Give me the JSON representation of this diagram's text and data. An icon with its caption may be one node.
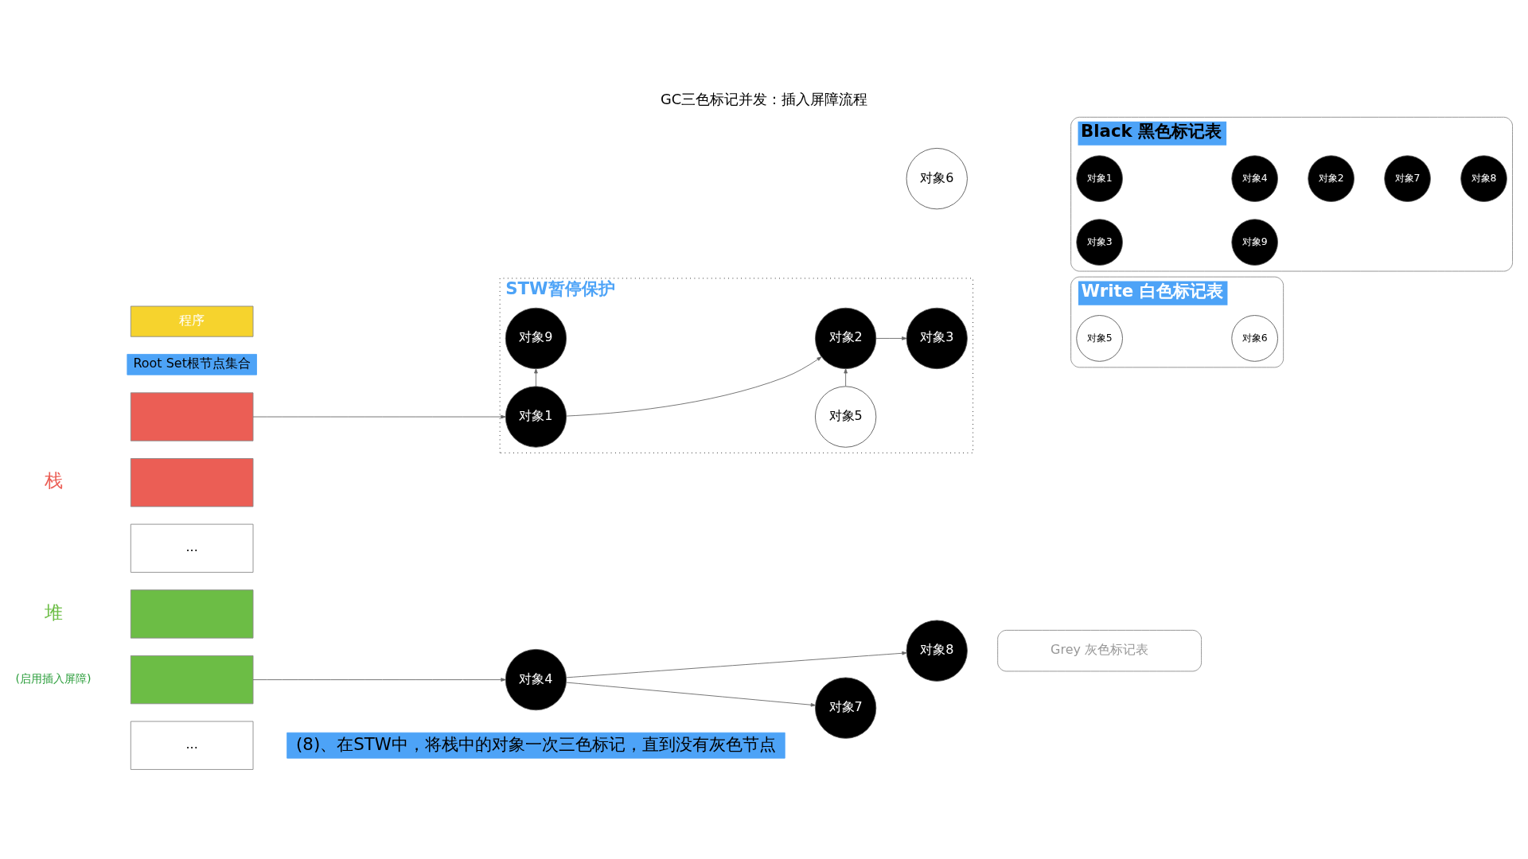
{
  "diagram": {
    "title": "GC三色标记并发：插入屏障流程",
    "caption": "(8)、在STW中，将栈中的对象一次三色标记，直到没有灰色节点",
    "nodes": [
      {
        "text": [
          "程序"
        ]
      },
      {
        "text": [
          "Root Set根节点集合"
        ]
      },
      {
        "text": [],
        "shape": "box"
      },
      {
        "text": [],
        "shape": "box"
      },
      {
        "text": [
          "..."
        ]
      },
      {
        "text": [],
        "shape": "box"
      },
      {
        "text": [],
        "shape": "box"
      },
      {
        "text": [
          "..."
        ]
      },
      {
        "text": [
          "STW暂停保护"
        ]
      },
      {
        "text": [
          "对象1"
        ],
        "in": 8
      },
      {
        "text": [
          "对象2"
        ],
        "in": 8
      },
      {
        "text": [
          "对象3"
        ],
        "in": 8
      },
      {
        "text": [
          "对象9"
        ],
        "in": 8
      },
      {
        "text": [
          "对象5"
        ],
        "in": 8
      },
      {
        "text": [
          "对象8"
        ]
      },
      {
        "text": [
          "对象4"
        ]
      },
      {
        "text": [
          "对象7"
        ]
      },
      {
        "text": [
          "对象6"
        ]
      },
      {
        "text": [
          "Write 白色标记表"
        ]
      },
      {
        "text": [
          "对象5"
        ],
        "in": 18
      },
      {
        "text": [
          "对象6"
        ],
        "in": 18
      },
      {
        "text": [
          "Grey 灰色标记表"
        ]
      },
      {
        "text": [
          "Black 黑色标记表"
        ]
      },
      {
        "text": [
          "对象1"
        ],
        "in": 22
      },
      {
        "text": [
          "对象4"
        ],
        "in": 22
      },
      {
        "text": [
          "对象2"
        ],
        "in": 22
      },
      {
        "text": [
          "对象7"
        ],
        "in": 22
      },
      {
        "text": [
          "对象8"
        ],
        "in": 22
      },
      {
        "text": [
          "对象3"
        ],
        "in": 22
      },
      {
        "text": [
          "对象9"
        ],
        "in": 22
      }
    ],
    "edges": [
      {
        "from": 2,
        "to": 9,
        "arrow": "to"
      },
      {
        "from": 9,
        "to": 10,
        "arrow": "to"
      },
      {
        "from": 10,
        "to": 11,
        "arrow": "to"
      },
      {
        "from": 9,
        "to": 12,
        "arrow": "to"
      },
      {
        "from": 13,
        "to": 10,
        "arrow": "to"
      },
      {
        "from": 6,
        "to": 15,
        "arrow": "to"
      },
      {
        "from": 15,
        "to": 16,
        "arrow": "to"
      },
      {
        "from": 15,
        "to": 14,
        "arrow": "to"
      }
    ],
    "labels": [
      "栈",
      "堆",
      "(启用插入屏障)"
    ]
  }
}
